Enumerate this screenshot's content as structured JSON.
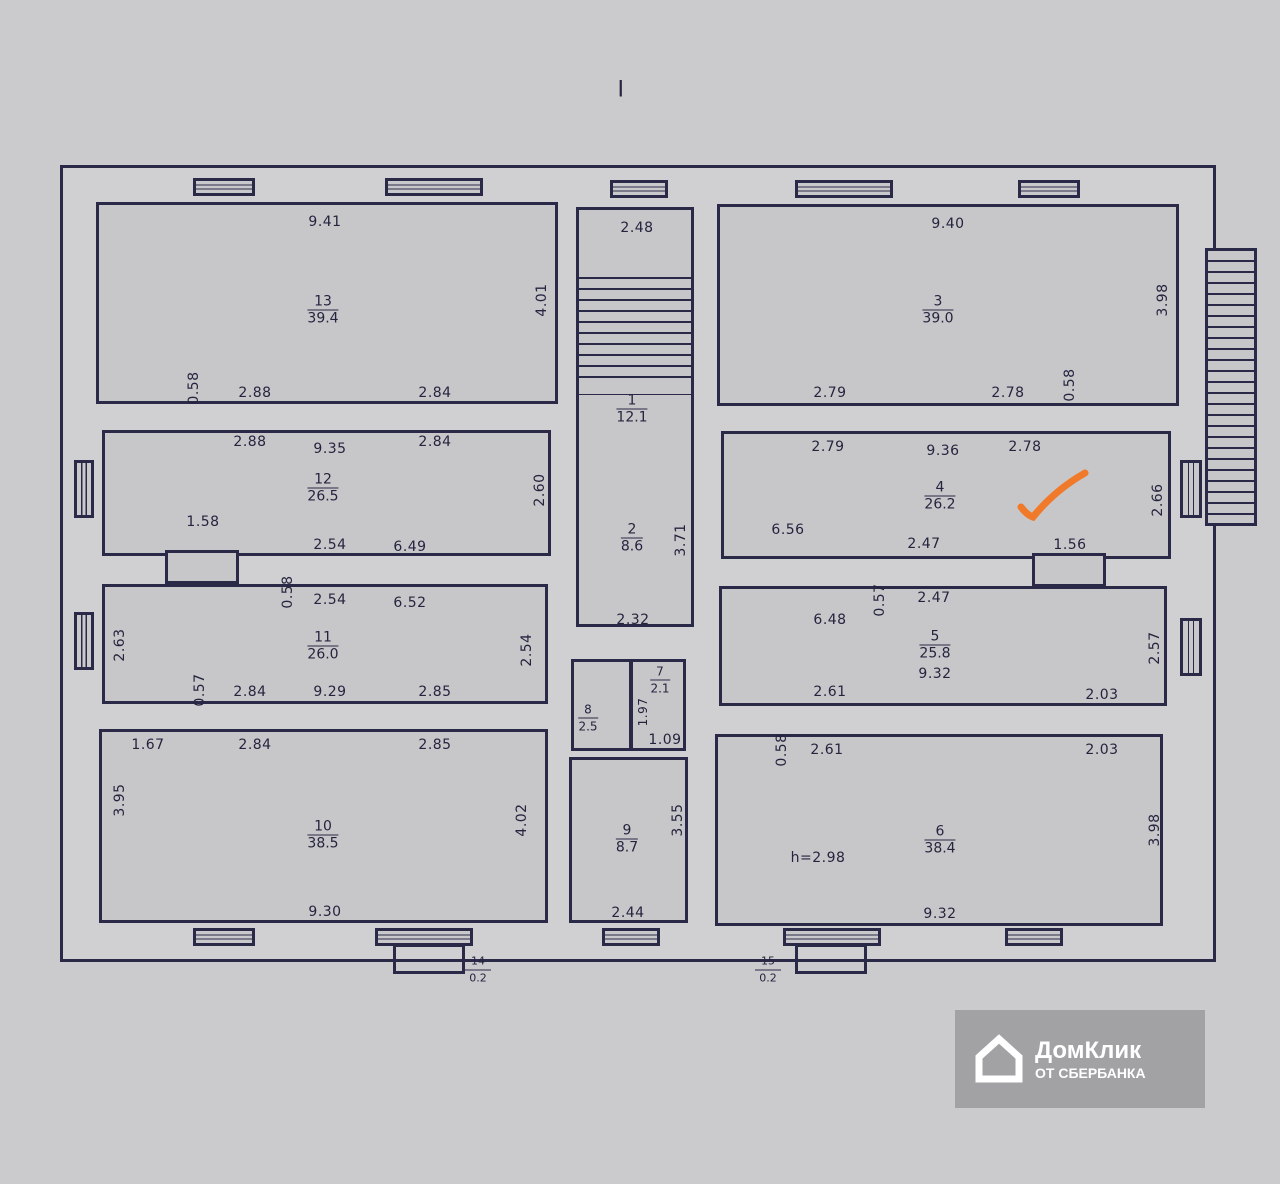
{
  "sheet_label": "I",
  "rooms": [
    {
      "n": "13",
      "area": "39.4"
    },
    {
      "n": "12",
      "area": "26.5"
    },
    {
      "n": "11",
      "area": "26.0"
    },
    {
      "n": "10",
      "area": "38.5"
    },
    {
      "n": "1",
      "area": "12.1"
    },
    {
      "n": "2",
      "area": "8.6"
    },
    {
      "n": "8",
      "area": "2.5"
    },
    {
      "n": "7",
      "area": "2.1"
    },
    {
      "n": "9",
      "area": "8.7"
    },
    {
      "n": "3",
      "area": "39.0"
    },
    {
      "n": "4",
      "area": "26.2"
    },
    {
      "n": "5",
      "area": "25.8"
    },
    {
      "n": "6",
      "area": "38.4"
    },
    {
      "n": "14",
      "area": "0.2"
    },
    {
      "n": "15",
      "area": "0.2"
    }
  ],
  "dims": [
    "9.41",
    "4.01",
    "0.58",
    "2.88",
    "2.84",
    "2.88",
    "9.35",
    "2.84",
    "2.60",
    "1.58",
    "2.54",
    "6.49",
    "0.58",
    "2.54",
    "6.52",
    "2.63",
    "2.54",
    "0.57",
    "2.84",
    "9.29",
    "2.85",
    "1.67",
    "2.84",
    "2.85",
    "3.95",
    "4.02",
    "9.30",
    "2.48",
    "3.71",
    "2.32",
    "1.97",
    "1.09",
    "3.55",
    "2.44",
    "9.40",
    "3.98",
    "2.79",
    "2.78",
    "0.58",
    "2.79",
    "9.36",
    "2.78",
    "2.66",
    "6.56",
    "2.47",
    "1.56",
    "0.57",
    "2.47",
    "6.48",
    "9.32",
    "2.57",
    "2.61",
    "2.03",
    "0.58",
    "2.61",
    "2.03",
    "3.98",
    "h=2.98",
    "9.32"
  ],
  "watermark": {
    "brand": "ДомКлик",
    "sub": "ОТ СБЕРБАНКА"
  },
  "colors": {
    "line": "#2a2a48",
    "paper": "#cbcbcd",
    "check": "#f07a2a",
    "watermark": "#a2a2a4"
  }
}
